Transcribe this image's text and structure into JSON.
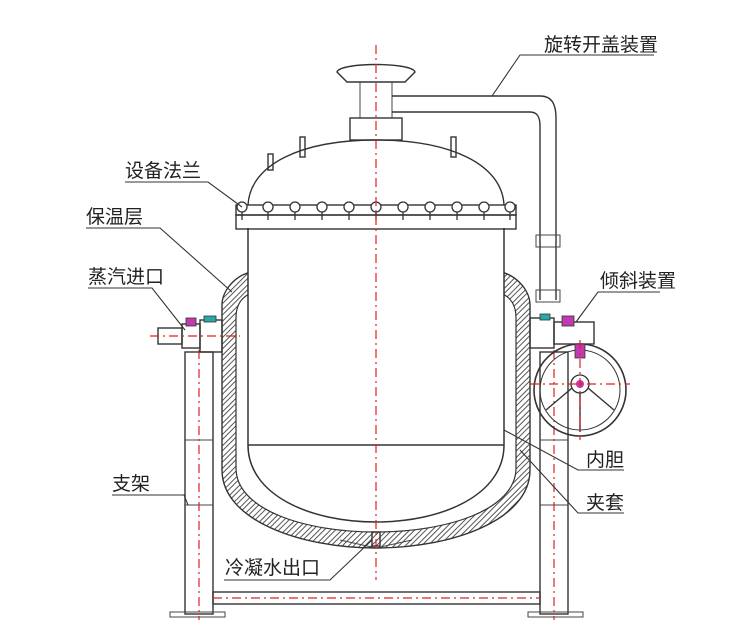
{
  "labels": {
    "lid_rotation": "旋转开盖装置",
    "flange": "设备法兰",
    "insulation": "保温层",
    "steam_inlet": "蒸汽进口",
    "tilting": "倾斜装置",
    "support": "支架",
    "inner_vessel": "内胆",
    "jacket": "夹套",
    "condensate_outlet": "冷凝水出口"
  },
  "colors": {
    "outline": "#333333",
    "centerline": "#e02020",
    "insulation_hatch": "#555555",
    "fitting_teal": "#2aa7a7",
    "fitting_magenta": "#c23ab0"
  }
}
